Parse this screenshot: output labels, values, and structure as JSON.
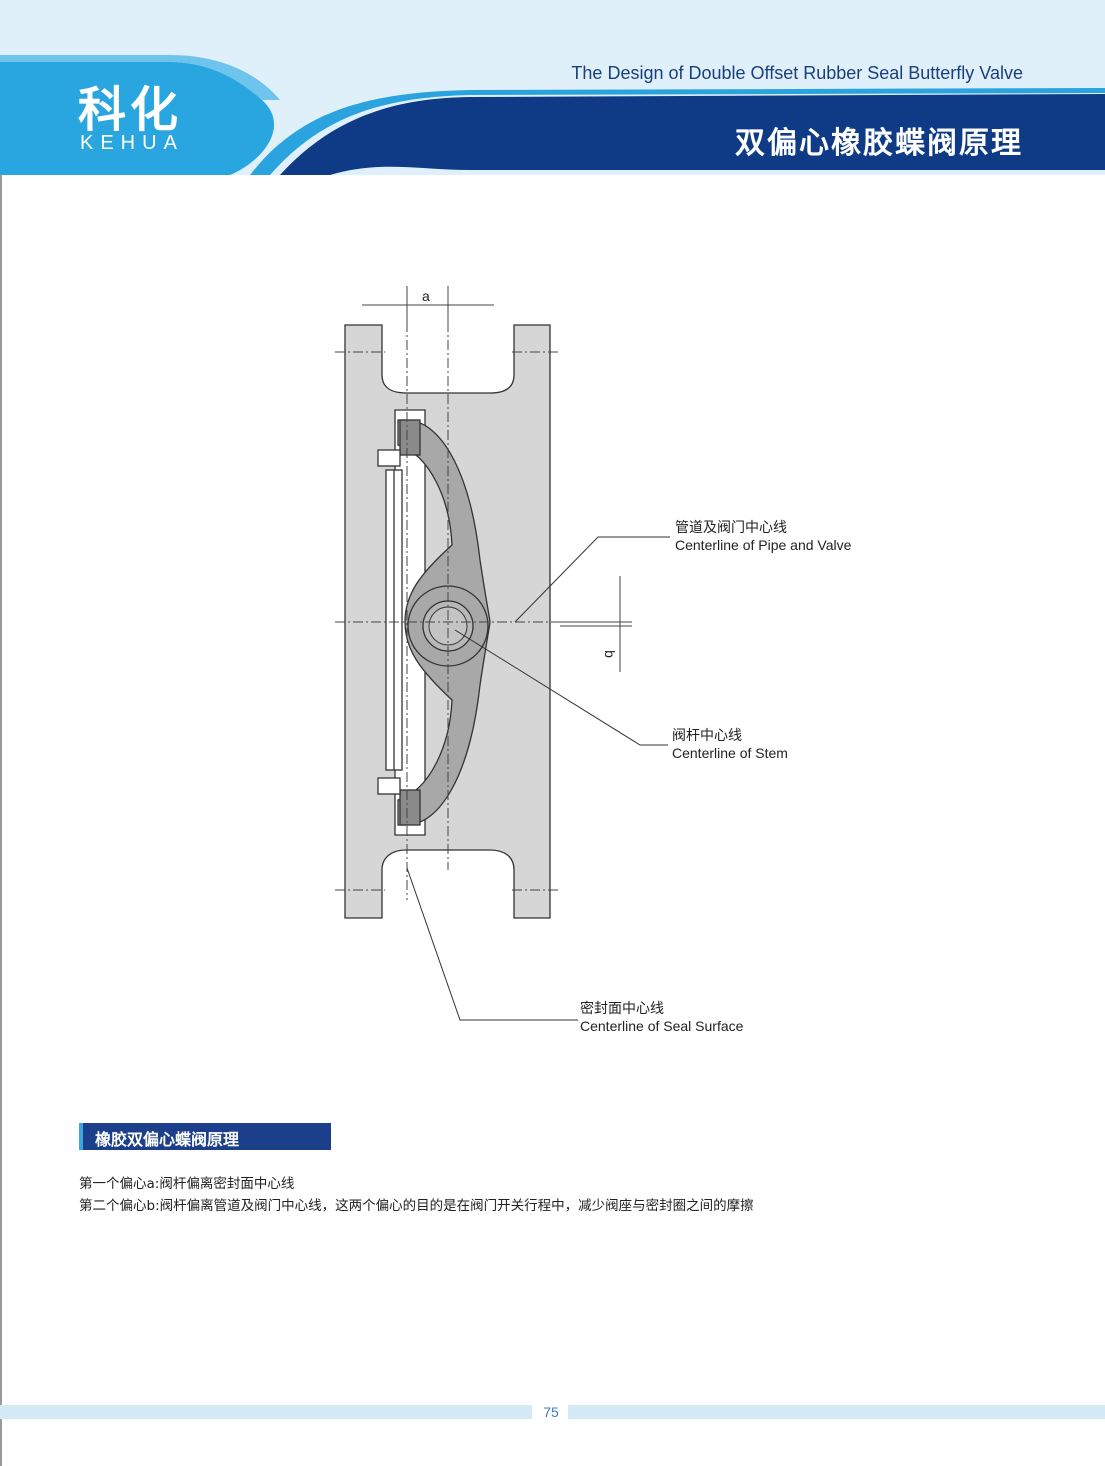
{
  "header": {
    "brand_cn": "科化",
    "brand_en": "KEHUA",
    "title_en": "The Design of Double Offset Rubber Seal Butterfly Valve",
    "title_cn": "双偏心橡胶蝶阀原理"
  },
  "diagram": {
    "dim_a": "a",
    "dim_b": "b",
    "callouts": [
      {
        "cn": "管道及阀门中心线",
        "en": "Centerline of Pipe and Valve"
      },
      {
        "cn": "阀杆中心线",
        "en": "Centerline of Stem"
      },
      {
        "cn": "密封面中心线",
        "en": "Centerline of Seal Surface"
      }
    ]
  },
  "section": {
    "heading": "橡胶双偏心蝶阀原理",
    "line1": "第一个偏心a:阀杆偏离密封面中心线",
    "line2": "第二个偏心b:阀杆偏离管道及阀门中心线，这两个偏心的目的是在阀门开关行程中，减少阀座与密封圈之间的摩擦"
  },
  "footer": {
    "page_number": "75"
  },
  "colors": {
    "navy": "#0e3a86",
    "sky": "#2aa3df",
    "pale": "#d5eaf7",
    "body_gray": "#d6d6d6"
  }
}
